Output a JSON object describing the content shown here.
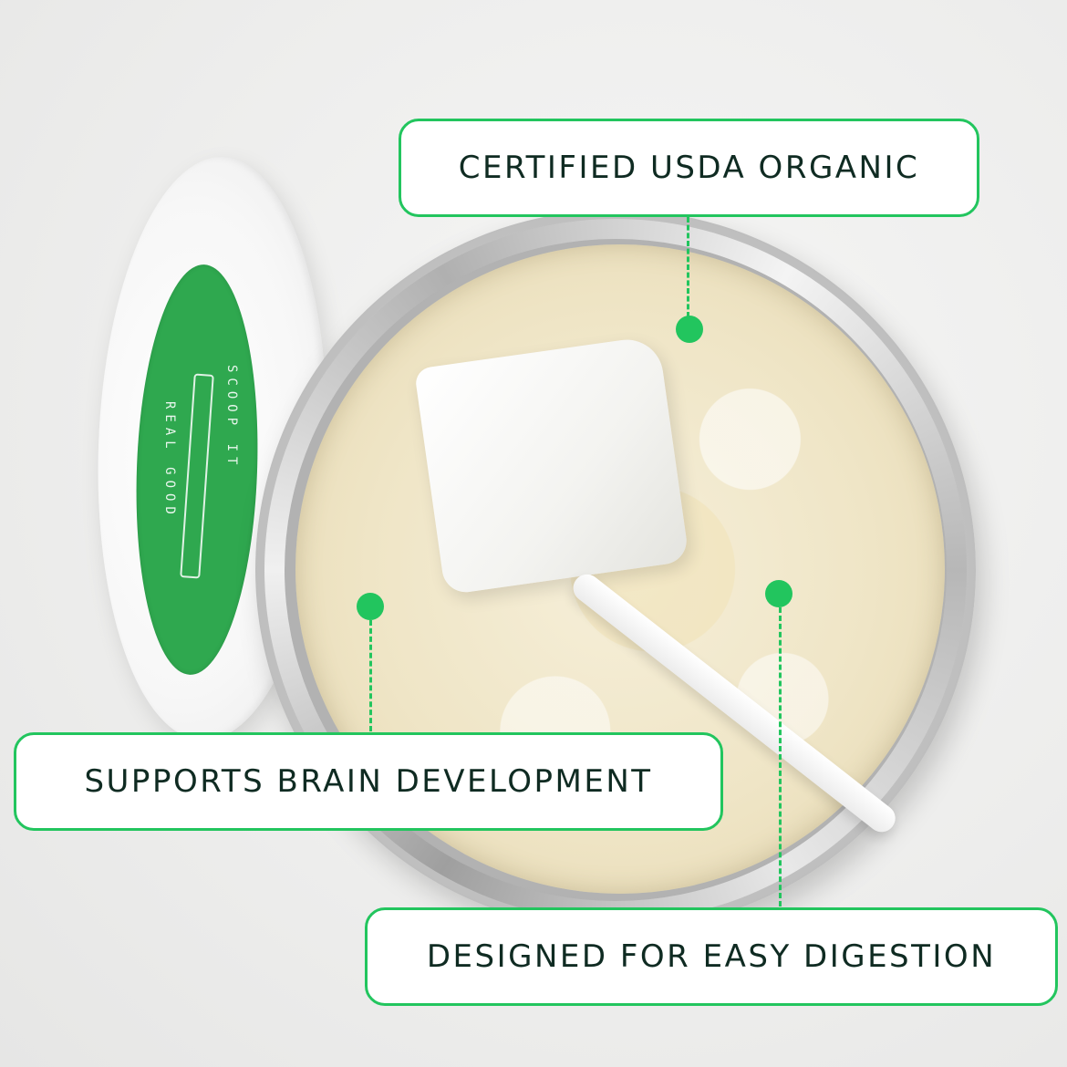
{
  "callouts": {
    "organic": "CERTIFIED USDA ORGANIC",
    "brain": "SUPPORTS BRAIN DEVELOPMENT",
    "digestion": "DESIGNED FOR EASY DIGESTION"
  },
  "lid_label": {
    "line1": "SCOOP IT",
    "line2": "REAL GOOD"
  },
  "colors": {
    "accent": "#22c55e",
    "label_green": "#2fa84f",
    "text": "#0f2b22"
  }
}
